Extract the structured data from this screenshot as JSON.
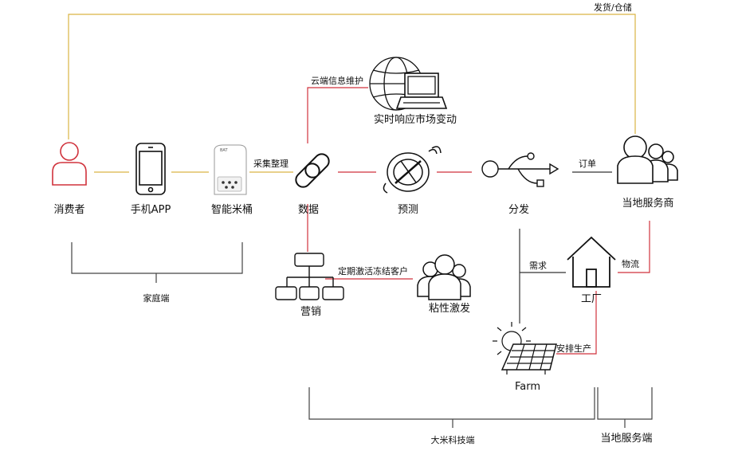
{
  "colors": {
    "orange": "#d9b443",
    "red": "#d0323c",
    "dark": "#111111"
  },
  "nodes": {
    "consumer": "消费者",
    "phone_app": "手机APP",
    "smart_bin": "智能米桶",
    "data": "数据",
    "forecast": "预测",
    "distribute": "分发",
    "local_provider": "当地服务商",
    "marketing": "营销",
    "stickiness": "粘性激发",
    "factory": "工厂",
    "farm": "Farm",
    "realtime_response": "实时响应市场变动"
  },
  "edges": {
    "ship_storage": "发货/仓储",
    "cloud_info": "云端信息维护",
    "collect": "采集整理",
    "order": "订单",
    "demand": "需求",
    "logistics": "物流",
    "production": "安排生产",
    "promo": "定期激活冻结客户"
  },
  "groups": {
    "home": "家庭端",
    "damikeji": "大米科技端",
    "local": "当地服务端"
  },
  "icons": [
    "user-icon",
    "phone-icon",
    "rice-bin-icon",
    "link-icon",
    "globe-laptop-icon",
    "forecast-icon",
    "usb-share-icon",
    "group-users-icon",
    "org-chart-icon",
    "crowd-icon",
    "house-icon",
    "solar-farm-icon"
  ]
}
